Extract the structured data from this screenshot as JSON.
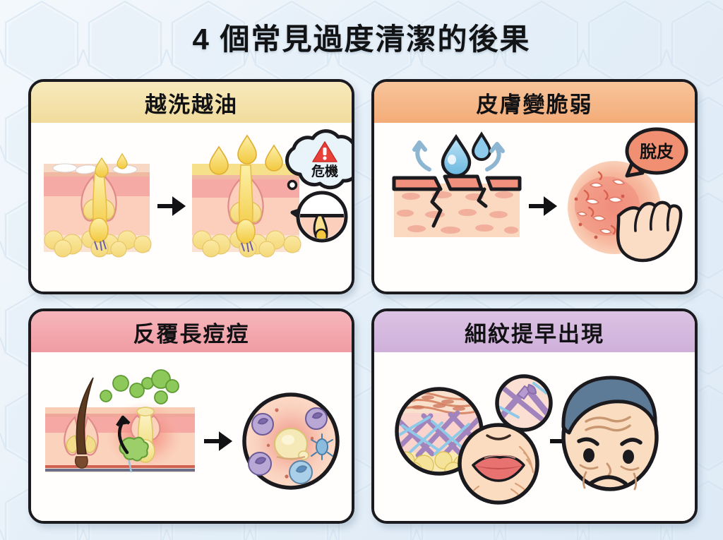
{
  "page": {
    "title": "4 個常見過度清潔的後果",
    "background_color": "#e8f1f9",
    "background_pattern": "hexagon-honeycomb",
    "card_border_color": "#1b1b1f",
    "card_background": "#ffffff"
  },
  "cards": [
    {
      "id": "card-over-washing-oily",
      "title": "越洗越油",
      "header_color": "#f5e3ab",
      "position": "top-left",
      "illustration": {
        "name": "skin-sebum-cross-section-pair",
        "flow": "arrow-right",
        "before": {
          "name": "normal-skin-cross-section",
          "description": "skin layers with hair follicle, sebaceous gland and small oil droplets",
          "droplet_count": 2
        },
        "after": {
          "name": "oily-skin-cross-section",
          "description": "skin producing excess sebum with large oil droplets on the surface",
          "droplet_count": 3
        },
        "callouts": [
          {
            "name": "crisis-thought-bubble",
            "shape": "cloud",
            "label": "危機",
            "icon": "warning-triangle-icon",
            "icon_color": "#e8413a",
            "fill": "#e9f4fa"
          },
          {
            "name": "pore-magnifier-inset",
            "shape": "circle",
            "description": "magnified pore filled with oil"
          }
        ]
      }
    },
    {
      "id": "card-fragile-skin",
      "title": "皮膚變脆弱",
      "header_color": "#f5b98a",
      "position": "top-right",
      "illustration": {
        "name": "damaged-barrier-pair",
        "flow": "arrow-right",
        "before": {
          "name": "cracked-skin-barrier",
          "description": "cracked stratum corneum with water evaporating away",
          "droplet_color": "#7fc3e8",
          "droplet_count": 2,
          "evaporation_arrows": 2
        },
        "after": {
          "name": "irritated-flaking-skin",
          "description": "round patch of red inflamed skin with peeling flakes and a hand scratching it"
        },
        "callouts": [
          {
            "name": "peeling-speech-bubble",
            "shape": "rounded-speech",
            "label": "脫皮",
            "fill": "#f08f71"
          }
        ]
      }
    },
    {
      "id": "card-recurring-acne",
      "title": "反覆長痘痘",
      "header_color": "#f3a8ae",
      "position": "bottom-left",
      "illustration": {
        "name": "acne-formation-pair",
        "flow": "arrow-right",
        "before": {
          "name": "follicle-bacteria-cross-section",
          "description": "hair follicle cross-section with green bacteria rising and an inflamed clogged pore glowing red",
          "bacteria_color": "#7ec04a",
          "bacteria_count": 7
        },
        "after": {
          "name": "inflamed-pimple-magnifier",
          "shape": "circle",
          "description": "magnified pimple head surrounded by purple and blue immune cells",
          "immune_cell_count": 4
        }
      }
    },
    {
      "id": "card-early-fine-lines",
      "title": "細紋提早出現",
      "header_color": "#d5b9dd",
      "position": "bottom-right",
      "illustration": {
        "name": "collagen-breakdown-pair",
        "flow": "arrow-right",
        "before": {
          "name": "collagen-elastin-magnifier",
          "shape": "circle",
          "description": "dermis cross-section with purple collagen and blue elastin fibres over fat cells",
          "collagen_color": "#a184bd",
          "elastin_color": "#8fc9e8"
        },
        "inset": {
          "name": "broken-fibre-magnifier",
          "shape": "circle",
          "description": "close-up of a snapped collagen fibre"
        },
        "mouth_inset": {
          "name": "mouth-wrinkles-magnifier",
          "shape": "circle",
          "description": "lower face showing fine lines around the mouth"
        },
        "after": {
          "name": "wrinkled-sad-face",
          "description": "cartoon face with forehead wrinkles, drooping brows and a frown",
          "hair_color": "#5d7a96",
          "skin_color": "#fadcc0"
        }
      }
    }
  ]
}
